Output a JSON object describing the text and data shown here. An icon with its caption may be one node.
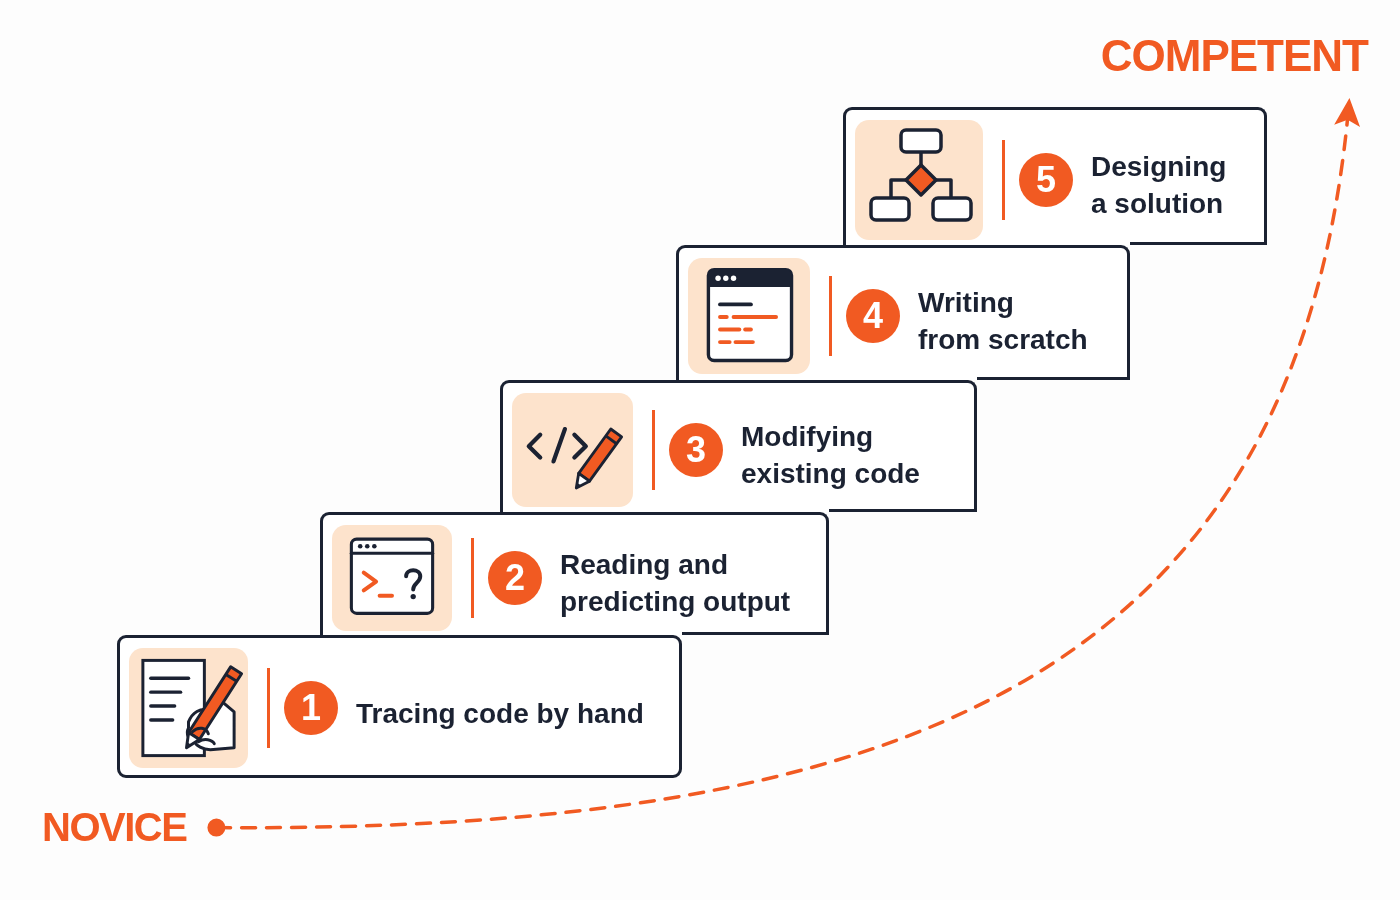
{
  "diagram": {
    "nodes": [
      {
        "text": [
          "NOVICE"
        ]
      },
      {
        "text": [
          "1",
          "Tracing code by hand"
        ]
      },
      {
        "text": [
          "2",
          "Reading and predicting output"
        ]
      },
      {
        "text": [
          "3",
          "Modifying existing code"
        ]
      },
      {
        "text": [
          "4",
          "Writing from scratch"
        ]
      },
      {
        "text": [
          "5",
          "Designing a solution"
        ]
      },
      {
        "text": [
          "COMPETENT"
        ]
      }
    ],
    "edges": [
      {
        "from": 0,
        "to": 6,
        "arrow": "to",
        "style": "dashed",
        "color": "#f15a22"
      }
    ]
  }
}
